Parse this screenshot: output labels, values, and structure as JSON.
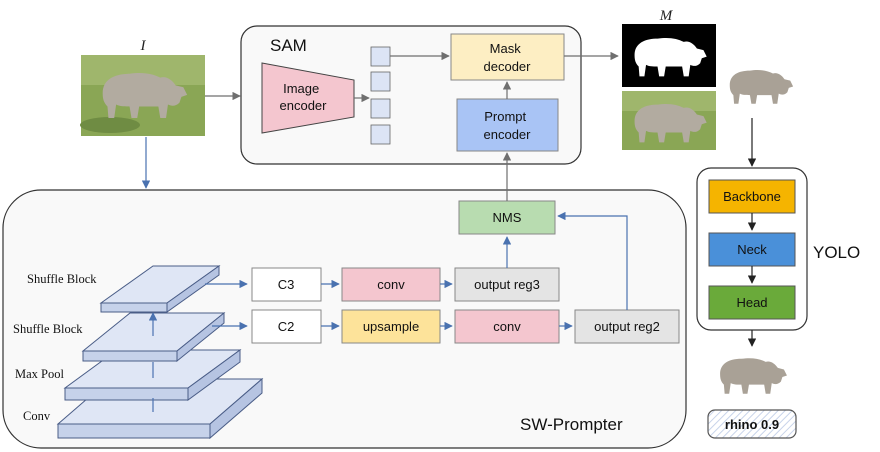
{
  "inputs": {
    "image_label": "I",
    "mask_label": "M"
  },
  "sam": {
    "title": "SAM",
    "image_encoder": "Image\nencoder",
    "mask_decoder": "Mask\ndecoder",
    "prompt_encoder": "Prompt\nencoder"
  },
  "sw_prompter": {
    "title": "SW-Prompter",
    "layers": [
      "Shuffle Block",
      "Shuffle Block",
      "Max Pool",
      "Conv"
    ],
    "c3": "C3",
    "c2": "C2",
    "conv_top": "conv",
    "upsample": "upsample",
    "conv_bottom": "conv",
    "output_reg3": "output reg3",
    "output_reg2": "output reg2",
    "nms": "NMS"
  },
  "yolo": {
    "title": "YOLO",
    "backbone": "Backbone",
    "neck": "Neck",
    "head": "Head",
    "result_label": "rhino 0.9"
  },
  "colors": {
    "image_encoder": "#f4c6cf",
    "mask_decoder": "#fdeec3",
    "prompt_encoder": "#a9c4f5",
    "nms": "#b8dcb0",
    "conv": "#f4c6cf",
    "upsample": "#fde39a",
    "output": "#e4e4e4",
    "backbone": "#f5b400",
    "neck": "#4a90d9",
    "head": "#6aaa3a",
    "arrow": "#4a72b0",
    "layer_fill": "#dfe6f5"
  },
  "icons": [
    "rhino-photo",
    "rhino-mask",
    "rhino-cutout",
    "token-square"
  ]
}
